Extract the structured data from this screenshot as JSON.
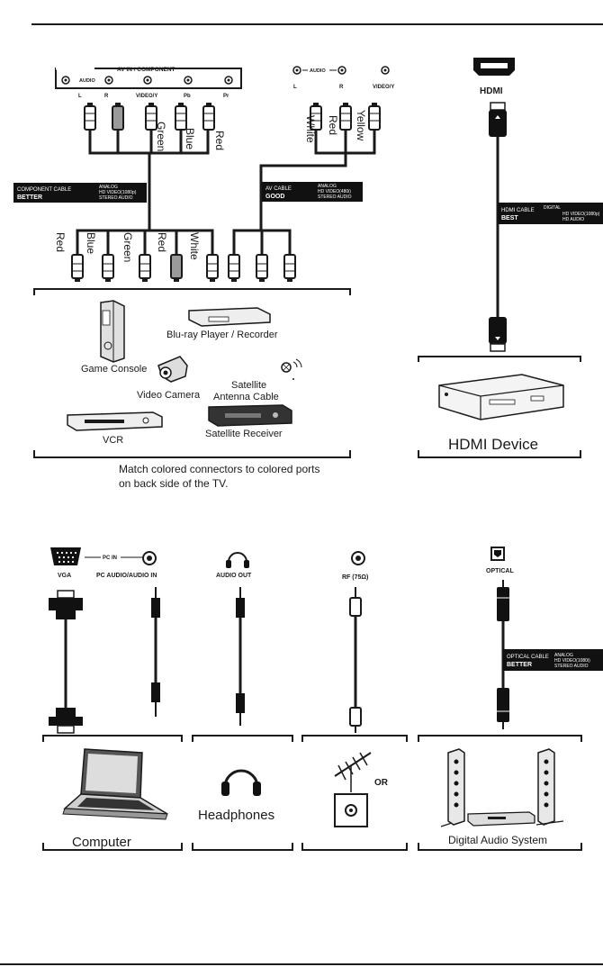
{
  "top_panel": {
    "av_in_title": "AV IN / COMPONENT",
    "audio_label": "AUDIO",
    "port_labels": [
      "L",
      "R",
      "VIDEO/Y",
      "Pb",
      "Pr"
    ],
    "plug_colors_top": [
      "Green",
      "Blue",
      "Red"
    ],
    "av_panel_audio_label": "AUDIO",
    "av_panel_ports": [
      "L",
      "R",
      "VIDEO/Y"
    ],
    "av_plug_colors": [
      "White",
      "Red",
      "Yellow"
    ],
    "hdmi_label": "HDMI"
  },
  "cables": {
    "component": {
      "line1": "COMPONENT CABLE",
      "line2": "BETTER",
      "spec1": "ANALOG",
      "spec2": "HD VIDEO(1080p)",
      "spec3": "STEREO AUDIO"
    },
    "av": {
      "line1": "AV CABLE",
      "line2": "GOOD",
      "spec1": "ANALOG",
      "spec2": "HD VIDEO(480i)",
      "spec3": "STEREO AUDIO"
    },
    "hdmi": {
      "line1": "HDMI CABLE",
      "line2": "BEST",
      "spec1": "DIGITAL",
      "spec2": "HD VIDEO(1080p)",
      "spec3": "HD AUDIO"
    },
    "optical": {
      "line1": "OPTICAL CABLE",
      "line2": "BETTER",
      "spec1": "ANALOG",
      "spec2": "HD VIDEO(1080i)",
      "spec3": "STEREO AUDIO"
    }
  },
  "bottom_plug_colors": [
    "Red",
    "Blue",
    "Green",
    "Red",
    "White"
  ],
  "devices": {
    "game_console": "Game Console",
    "bluray": "Blu-ray Player / Recorder",
    "video_camera": "Video Camera",
    "satellite_cable_1": "Satellite",
    "satellite_cable_2": "Antenna Cable",
    "vcr": "VCR",
    "satellite_receiver": "Satellite Receiver",
    "hdmi_device": "HDMI Device"
  },
  "note_line1": "Match colored connectors to colored ports",
  "note_line2": "on back side of the TV.",
  "lower_panel": {
    "vga": "VGA",
    "pc_in": "PC IN",
    "pc_audio": "PC AUDIO/AUDIO IN",
    "audio_out": "AUDIO OUT",
    "rf": "RF (75Ω)",
    "optical": "OPTICAL"
  },
  "lower_devices": {
    "computer": "Computer",
    "headphones": "Headphones",
    "or": "OR",
    "digital_audio": "Digital Audio System"
  },
  "colors": {
    "ink": "#1a1a1a",
    "label_bg": "#111111",
    "label_text": "#ffffff",
    "plug_gray": "#9a9a9a"
  }
}
